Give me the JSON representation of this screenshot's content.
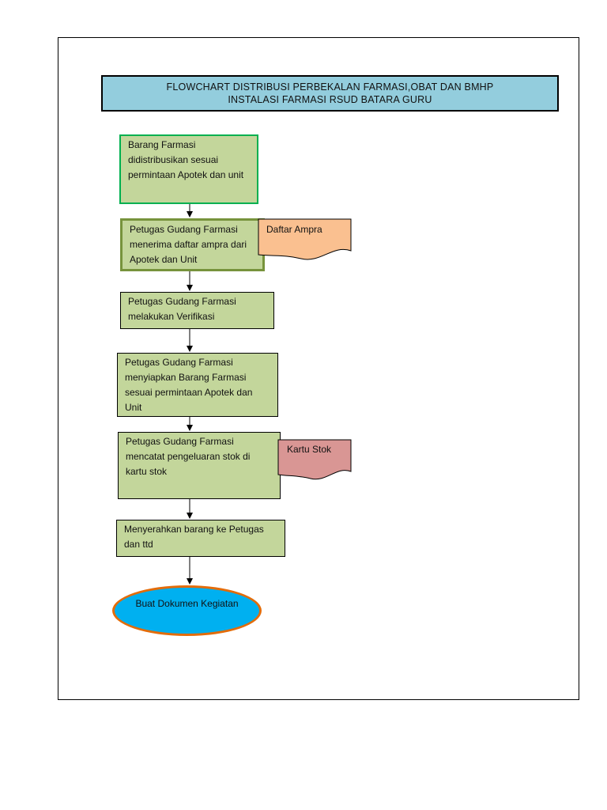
{
  "title": {
    "line1": "FLOWCHART DISTRIBUSI PERBEKALAN FARMASI,OBAT DAN BMHP",
    "line2": "INSTALASI FARMASI RSUD BATARA GURU"
  },
  "steps": [
    "Barang Farmasi didistribusikan sesuai permintaan Apotek dan unit",
    "Petugas Gudang Farmasi menerima daftar ampra dari Apotek dan Unit",
    "Petugas Gudang Farmasi melakukan Verifikasi",
    "Petugas Gudang Farmasi menyiapkan Barang Farmasi sesuai permintaan Apotek dan Unit",
    "Petugas Gudang Farmasi mencatat pengeluaran stok di kartu stok",
    "Menyerahkan barang ke Petugas dan ttd"
  ],
  "end": "Buat Dokumen Kegiatan",
  "documents": {
    "daftar_ampra": "Daftar Ampra",
    "kartu_stok": "Kartu Stok"
  },
  "colors": {
    "title_fill": "#93cddd",
    "process_fill": "#c3d69b",
    "daftar_ampra_fill": "#fac090",
    "kartu_stok_fill": "#d99694",
    "terminal_fill": "#00b0f0",
    "terminal_border": "#e36c09"
  }
}
